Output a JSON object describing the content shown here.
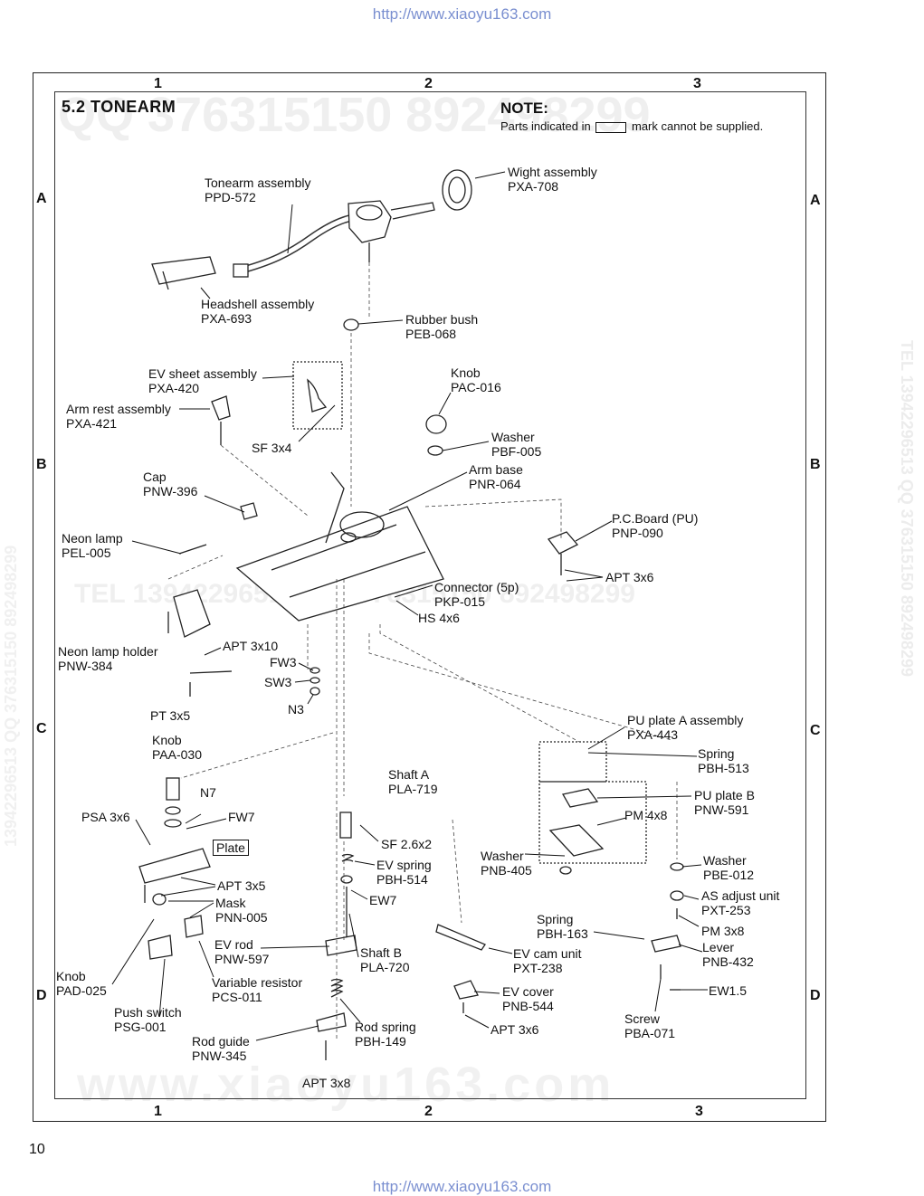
{
  "header": {
    "url": "http://www.xiaoyu163.com"
  },
  "footer": {
    "url": "http://www.xiaoyu163.com",
    "page_number": "10"
  },
  "diagram": {
    "title": "5.2  TONEARM",
    "note_heading": "NOTE:",
    "note_before": "Parts indicated in",
    "note_after": "mark cannot be supplied.",
    "grid_columns": [
      "1",
      "2",
      "3"
    ],
    "grid_rows": [
      "A",
      "B",
      "C",
      "D"
    ],
    "watermarks": {
      "qq_top": "QQ 376315150  892498299",
      "tel_mid": "TEL 13942296513  QQ 376315150  892498299",
      "site_bottom": "www.xiaoyu163.com",
      "side_right": "TEL 13942296513  QQ 376315150  892498299",
      "side_left": "13942296513  QQ 376315150  892498299"
    },
    "labels": [
      {
        "id": "tonearm-assembly",
        "lines": [
          "Tonearm assembly",
          "PPD-572"
        ]
      },
      {
        "id": "weight-assembly",
        "lines": [
          "Wight assembly",
          "PXA-708"
        ]
      },
      {
        "id": "headshell-assembly",
        "lines": [
          "Headshell assembly",
          "PXA-693"
        ]
      },
      {
        "id": "rubber-bush",
        "lines": [
          "Rubber bush",
          "PEB-068"
        ]
      },
      {
        "id": "ev-sheet-assembly",
        "lines": [
          "EV sheet assembly",
          "PXA-420"
        ]
      },
      {
        "id": "arm-rest-assembly",
        "lines": [
          "Arm rest assembly",
          "PXA-421"
        ]
      },
      {
        "id": "sf-3x4",
        "lines": [
          "SF 3x4"
        ]
      },
      {
        "id": "knob-pac",
        "lines": [
          "Knob",
          "PAC-016"
        ]
      },
      {
        "id": "washer-pbf",
        "lines": [
          "Washer",
          "PBF-005"
        ]
      },
      {
        "id": "arm-base",
        "lines": [
          "Arm base",
          "PNR-064"
        ]
      },
      {
        "id": "cap",
        "lines": [
          "Cap",
          "PNW-396"
        ]
      },
      {
        "id": "pc-board",
        "lines": [
          "P.C.Board (PU)",
          "PNP-090"
        ]
      },
      {
        "id": "neon-lamp",
        "lines": [
          "Neon lamp",
          "PEL-005"
        ]
      },
      {
        "id": "apt-3x6-right",
        "lines": [
          "APT 3x6"
        ]
      },
      {
        "id": "connector",
        "lines": [
          "Connector (5p)",
          "PKP-015"
        ]
      },
      {
        "id": "hs-4x6",
        "lines": [
          "HS 4x6"
        ]
      },
      {
        "id": "neon-lamp-holder",
        "lines": [
          "Neon lamp holder",
          "PNW-384"
        ]
      },
      {
        "id": "apt-3x10",
        "lines": [
          "APT 3x10"
        ]
      },
      {
        "id": "fw3",
        "lines": [
          "FW3"
        ]
      },
      {
        "id": "sw3",
        "lines": [
          "SW3"
        ]
      },
      {
        "id": "n3",
        "lines": [
          "N3"
        ]
      },
      {
        "id": "pt-3x5",
        "lines": [
          "PT 3x5"
        ]
      },
      {
        "id": "pu-plate-a",
        "lines": [
          "PU plate A assembly",
          "PXA-443"
        ]
      },
      {
        "id": "knob-paa",
        "lines": [
          "Knob",
          "PAA-030"
        ]
      },
      {
        "id": "spring-pbh513",
        "lines": [
          "Spring",
          "PBH-513"
        ]
      },
      {
        "id": "shaft-a",
        "lines": [
          "Shaft A",
          "PLA-719"
        ]
      },
      {
        "id": "n7",
        "lines": [
          "N7"
        ]
      },
      {
        "id": "pu-plate-b",
        "lines": [
          "PU plate B",
          "PNW-591"
        ]
      },
      {
        "id": "psa-3x6",
        "lines": [
          "PSA 3x6"
        ]
      },
      {
        "id": "fw7",
        "lines": [
          "FW7"
        ]
      },
      {
        "id": "pm-4x8",
        "lines": [
          "PM 4x8"
        ]
      },
      {
        "id": "sf-2-6x2",
        "lines": [
          "SF 2.6x2"
        ]
      },
      {
        "id": "plate",
        "lines": [
          "Plate"
        ]
      },
      {
        "id": "ev-spring",
        "lines": [
          "EV spring",
          "PBH-514"
        ]
      },
      {
        "id": "washer-pnb",
        "lines": [
          "Washer",
          "PNB-405"
        ]
      },
      {
        "id": "washer-pbe",
        "lines": [
          "Washer",
          "PBE-012"
        ]
      },
      {
        "id": "apt-3x5",
        "lines": [
          "APT 3x5"
        ]
      },
      {
        "id": "ew7",
        "lines": [
          "EW7"
        ]
      },
      {
        "id": "as-adjust",
        "lines": [
          "AS adjust unit",
          "PXT-253"
        ]
      },
      {
        "id": "mask",
        "lines": [
          "Mask",
          "PNN-005"
        ]
      },
      {
        "id": "spring-pbh163",
        "lines": [
          "Spring",
          "PBH-163"
        ]
      },
      {
        "id": "pm-3x8",
        "lines": [
          "PM 3x8"
        ]
      },
      {
        "id": "ev-rod",
        "lines": [
          "EV rod",
          "PNW-597"
        ]
      },
      {
        "id": "shaft-b",
        "lines": [
          "Shaft B",
          "PLA-720"
        ]
      },
      {
        "id": "ev-cam",
        "lines": [
          "EV cam unit",
          "PXT-238"
        ]
      },
      {
        "id": "lever",
        "lines": [
          "Lever",
          "PNB-432"
        ]
      },
      {
        "id": "knob-pad",
        "lines": [
          "Knob",
          "PAD-025"
        ]
      },
      {
        "id": "variable-resistor",
        "lines": [
          "Variable resistor",
          "PCS-011"
        ]
      },
      {
        "id": "ew1-5",
        "lines": [
          "EW1.5"
        ]
      },
      {
        "id": "ev-cover",
        "lines": [
          "EV cover",
          "PNB-544"
        ]
      },
      {
        "id": "push-switch",
        "lines": [
          "Push switch",
          "PSG-001"
        ]
      },
      {
        "id": "screw",
        "lines": [
          "Screw",
          "PBA-071"
        ]
      },
      {
        "id": "rod-spring",
        "lines": [
          "Rod spring",
          "PBH-149"
        ]
      },
      {
        "id": "apt-3x6-bottom",
        "lines": [
          "APT 3x6"
        ]
      },
      {
        "id": "rod-guide",
        "lines": [
          "Rod guide",
          "PNW-345"
        ]
      },
      {
        "id": "apt-3x8",
        "lines": [
          "APT 3x8"
        ]
      }
    ]
  }
}
